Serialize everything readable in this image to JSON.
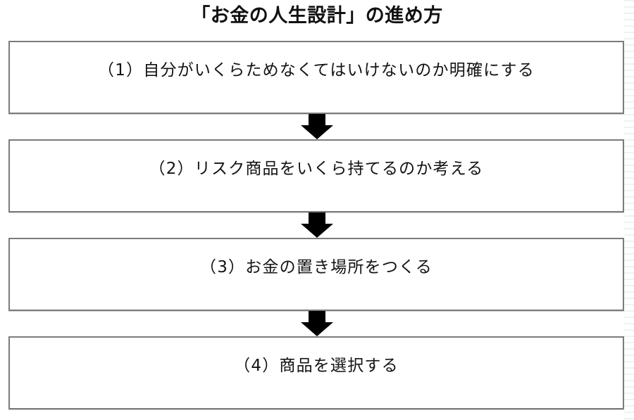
{
  "page": {
    "title": "「お金の人生設計」の進め方",
    "background_color": "#ffffff",
    "text_color": "#111111",
    "box_border_color": "#7b7b7b",
    "arrow_color": "#000000"
  },
  "flow": {
    "type": "vertical-flowchart",
    "connector_icon": "arrow-down-icon",
    "steps": [
      {
        "number": "（1）",
        "label": "（1）自分がいくらためなくてはいけないのか明確にする"
      },
      {
        "number": "（2）",
        "label": "（2）リスク商品をいくら持てるのか考える"
      },
      {
        "number": "（3）",
        "label": "（3）お金の置き場所をつくる"
      },
      {
        "number": "（4）",
        "label": "（4）商品を選択する"
      }
    ]
  }
}
